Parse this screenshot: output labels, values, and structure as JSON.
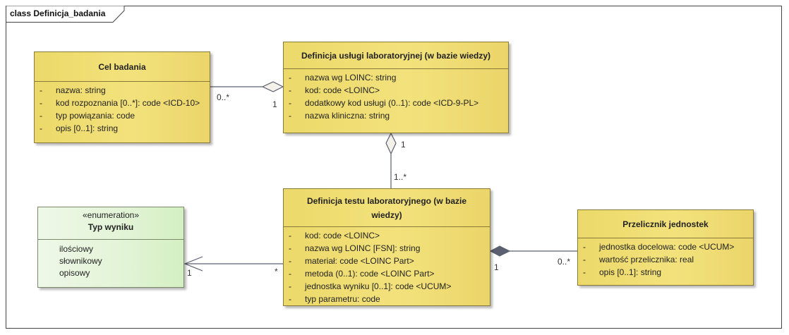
{
  "frame": {
    "title": "class Definicja_badania"
  },
  "classes": {
    "cel": {
      "name": "Cel badania",
      "attributes": [
        {
          "vis": "-",
          "text": "nazwa: string"
        },
        {
          "vis": "-",
          "text": "kod rozpoznania [0..*]: code <ICD-10>"
        },
        {
          "vis": "-",
          "text": "typ powiązania: code"
        },
        {
          "vis": "-",
          "text": "opis [0..1]: string"
        }
      ]
    },
    "usluga": {
      "name": "Definicja usługi laboratoryjnej (w bazie wiedzy)",
      "attributes": [
        {
          "vis": "-",
          "text": "nazwa wg LOINC: string"
        },
        {
          "vis": "-",
          "text": "kod: code <LOINC>"
        },
        {
          "vis": "-",
          "text": "dodatkowy kod usługi (0..1): code <ICD-9-PL>"
        },
        {
          "vis": "-",
          "text": "nazwa kliniczna: string"
        }
      ]
    },
    "test": {
      "name_line1": "Definicja testu laboratoryjnego (w bazie",
      "name_line2": "wiedzy)",
      "attributes": [
        {
          "vis": "-",
          "text": "kod: code <LOINC>"
        },
        {
          "vis": "-",
          "text": "nazwa wg LOINC [FSN]: string"
        },
        {
          "vis": "-",
          "text": "materiał: code <LOINC Part>"
        },
        {
          "vis": "-",
          "text": "metoda (0..1): code <LOINC Part>"
        },
        {
          "vis": "-",
          "text": "jednostka wyniku [0..1]: code <UCUM>"
        },
        {
          "vis": "-",
          "text": "typ parametru: code"
        }
      ]
    },
    "przelicznik": {
      "name": "Przelicznik jednostek",
      "attributes": [
        {
          "vis": "-",
          "text": "jednostka docelowa: code <UCUM>"
        },
        {
          "vis": "-",
          "text": "wartość przelicznika: real"
        },
        {
          "vis": "-",
          "text": "opis [0..1]: string"
        }
      ]
    }
  },
  "enumeration": {
    "stereotype": "«enumeration»",
    "name": "Typ wyniku",
    "literals": [
      "ilościowy",
      "słownikowy",
      "opisowy"
    ]
  },
  "multiplicities": {
    "cel_end": "0..*",
    "usluga_end_left": "1",
    "usluga_end_bottom": "1",
    "test_end_top": "1..*",
    "test_end_left": "*",
    "enum_end": "1",
    "test_end_right": "1",
    "przelicznik_end": "0..*"
  }
}
